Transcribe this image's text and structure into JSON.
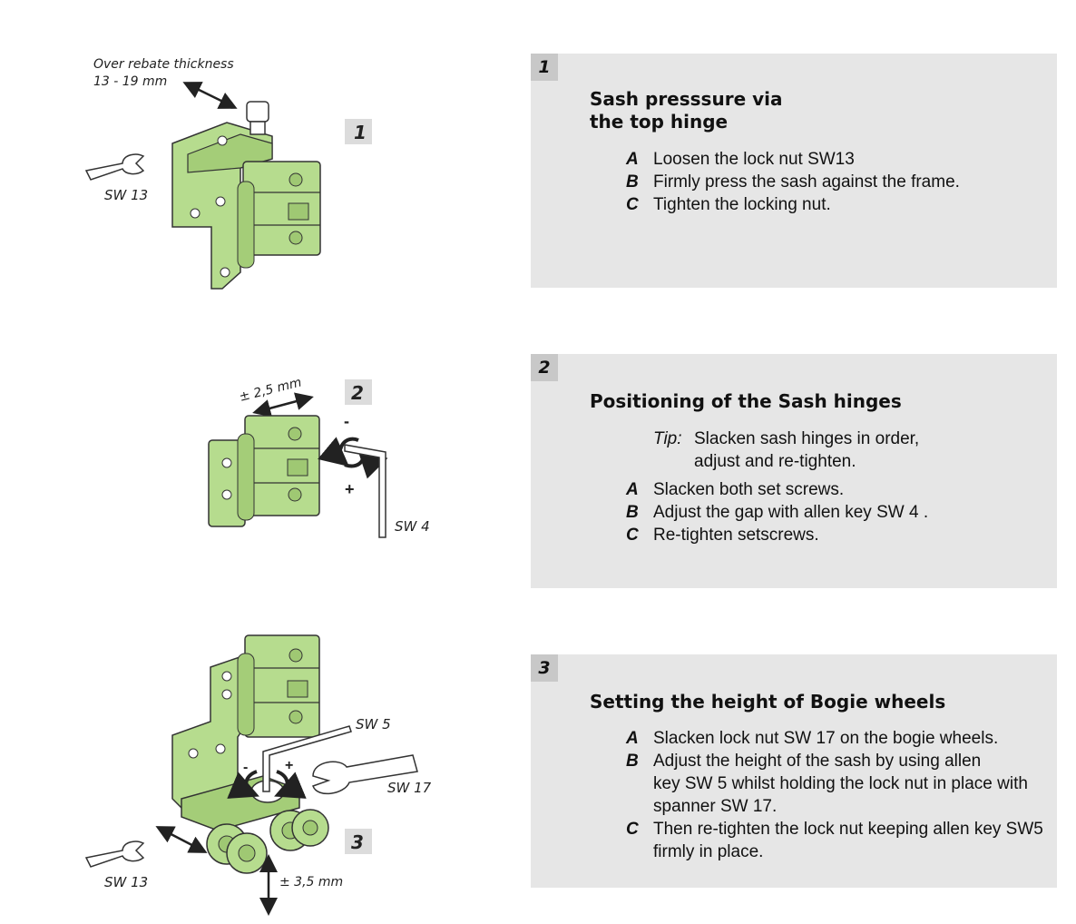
{
  "figures": {
    "fig1": {
      "number": "1",
      "label_over_rebate_line1": "Over rebate thickness",
      "label_over_rebate_line2": "13 - 19 mm",
      "wrench_label": "SW 13"
    },
    "fig2": {
      "number": "2",
      "dimension": "± 2,5 mm",
      "minus": "-",
      "plus": "+",
      "key_label": "SW 4"
    },
    "fig3": {
      "number": "3",
      "key_label": "SW 5",
      "spanner_label": "SW 17",
      "wrench_label": "SW 13",
      "dimension": "± 3,5 mm",
      "minus": "-",
      "plus": "+"
    }
  },
  "colors": {
    "hinge_green": "#b6dc8e",
    "panel_grey": "#e6e6e6",
    "tab_grey": "#c8c8c8"
  },
  "sections": [
    {
      "number": "1",
      "title": "Sash presssure via\nthe top hinge",
      "steps": [
        {
          "letter": "A",
          "text": "Loosen the lock nut SW13"
        },
        {
          "letter": "B",
          "text": "Firmly press the sash against the frame."
        },
        {
          "letter": "C",
          "text": "Tighten the locking nut."
        }
      ]
    },
    {
      "number": "2",
      "title": "Positioning of the Sash hinges",
      "tip_label": "Tip:",
      "tip_text": "Slacken sash hinges in order,\nadjust and re-tighten.",
      "steps": [
        {
          "letter": "A",
          "text": "Slacken both set screws."
        },
        {
          "letter": "B",
          "text": "Adjust the gap with allen key SW 4 ."
        },
        {
          "letter": "C",
          "text": "Re-tighten setscrews."
        }
      ]
    },
    {
      "number": "3",
      "title": "Setting the height of Bogie wheels",
      "steps": [
        {
          "letter": "A",
          "text": "Slacken lock nut SW 17 on the bogie wheels."
        },
        {
          "letter": "B",
          "text": "Adjust the height of the sash by using allen\nkey SW 5 whilst holding the lock nut in place with\nspanner SW 17."
        },
        {
          "letter": "C",
          "text": "Then re-tighten the lock nut keeping allen key SW5\nfirmly in place."
        }
      ]
    }
  ]
}
